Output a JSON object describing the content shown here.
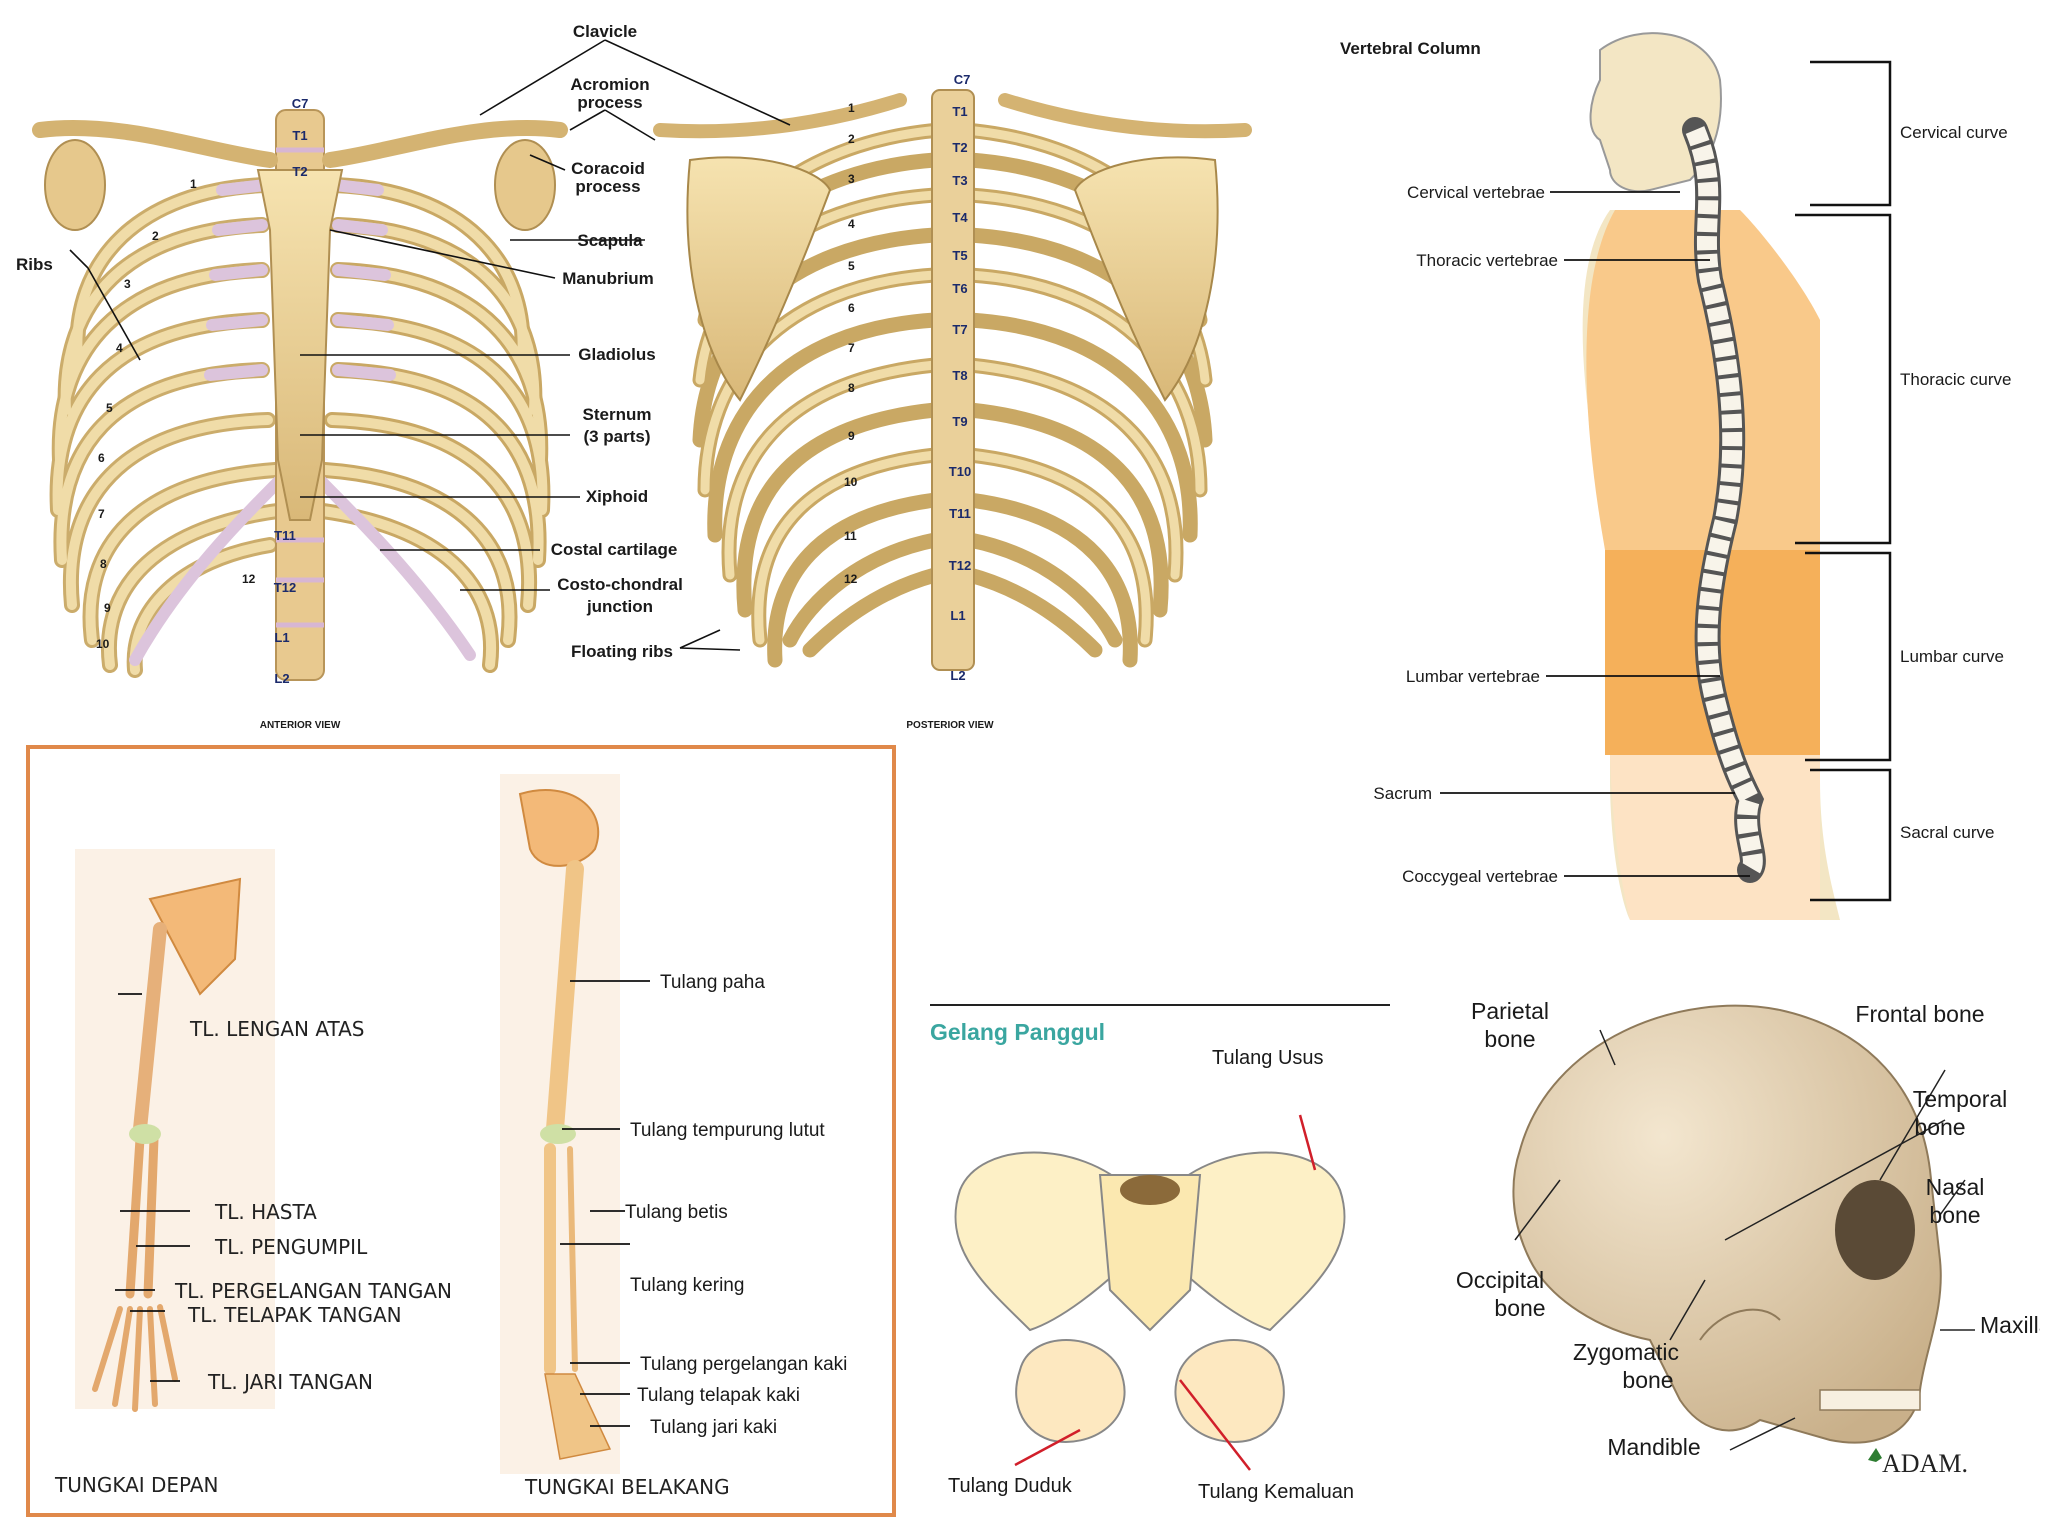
{
  "thorax": {
    "anterior": {
      "labels": {
        "clavicle": "Clavicle",
        "acromion": [
          "Acromion",
          "process"
        ],
        "coracoid": [
          "Coracoid",
          "process"
        ],
        "scapula": "Scapula",
        "manubrium": "Manubrium",
        "gladiolus": "Gladiolus",
        "sternum": [
          "Sternum",
          "(3 parts)"
        ],
        "xiphoid": "Xiphoid",
        "costal": "Costal cartilage",
        "costochondral": [
          "Costo-chondral",
          "junction"
        ],
        "floating": "Floating ribs",
        "ribs": "Ribs"
      },
      "vertebrae": [
        "C7",
        "T1",
        "T2",
        "T11",
        "T12",
        "L1",
        "L2"
      ],
      "rib_numbers": [
        "1",
        "2",
        "3",
        "4",
        "5",
        "6",
        "7",
        "8",
        "9",
        "10",
        "12"
      ],
      "caption": "ANTERIOR VIEW"
    },
    "posterior": {
      "vertebrae": [
        "C7",
        "T1",
        "T2",
        "T3",
        "T4",
        "T5",
        "T6",
        "T7",
        "T8",
        "T9",
        "T10",
        "T11",
        "T12",
        "L1",
        "L2"
      ],
      "rib_numbers": [
        "1",
        "2",
        "3",
        "4",
        "5",
        "6",
        "7",
        "8",
        "9",
        "10",
        "11",
        "12"
      ],
      "caption": "POSTERIOR VIEW"
    }
  },
  "spine": {
    "title": "Vertebral Column",
    "left_labels": [
      "Cervical vertebrae",
      "Thoracic vertebrae",
      "Lumbar vertebrae",
      "Sacrum",
      "Coccygeal vertebrae"
    ],
    "right_labels": [
      "Cervical curve",
      "Thoracic curve",
      "Lumbar curve",
      "Sacral curve"
    ],
    "colors": {
      "thoracic": "#f9c98a",
      "lumbar": "#f5b05a",
      "sacral": "#fde3c4",
      "bone": "#f3e6c4"
    }
  },
  "limbs": {
    "arm_labels": [
      "TL. LENGAN ATAS",
      "TL. HASTA",
      "TL. PENGUMPIL",
      "TL. PERGELANGAN TANGAN",
      "TL. TELAPAK TANGAN",
      "TL. JARI TANGAN"
    ],
    "leg_labels": [
      "Tulang paha",
      "Tulang tempurung lutut",
      "Tulang betis",
      "Tulang kering",
      "Tulang pergelangan kaki",
      "Tulang telapak kaki",
      "Tulang jari kaki"
    ],
    "caption_front": "TUNGKAI DEPAN",
    "caption_back": "TUNGKAI BELAKANG",
    "border_color": "#e0894a"
  },
  "pelvis": {
    "title": "Gelang Panggul",
    "labels": [
      "Tulang Usus",
      "Tulang Duduk",
      "Tulang Kemaluan"
    ],
    "title_color": "#3aa6a0",
    "pointer_color": "#d11f2a"
  },
  "skull": {
    "labels": {
      "parietal": [
        "Parietal",
        "bone"
      ],
      "frontal": "Frontal bone",
      "temporal": [
        "Temporal",
        "bone"
      ],
      "nasal": [
        "Nasal",
        "bone"
      ],
      "occipital": [
        "Occipital",
        "bone"
      ],
      "maxilla": "Maxilla",
      "zygomatic": [
        "Zygomatic",
        "bone"
      ],
      "mandible": "Mandible"
    },
    "logo": "ADAM."
  }
}
